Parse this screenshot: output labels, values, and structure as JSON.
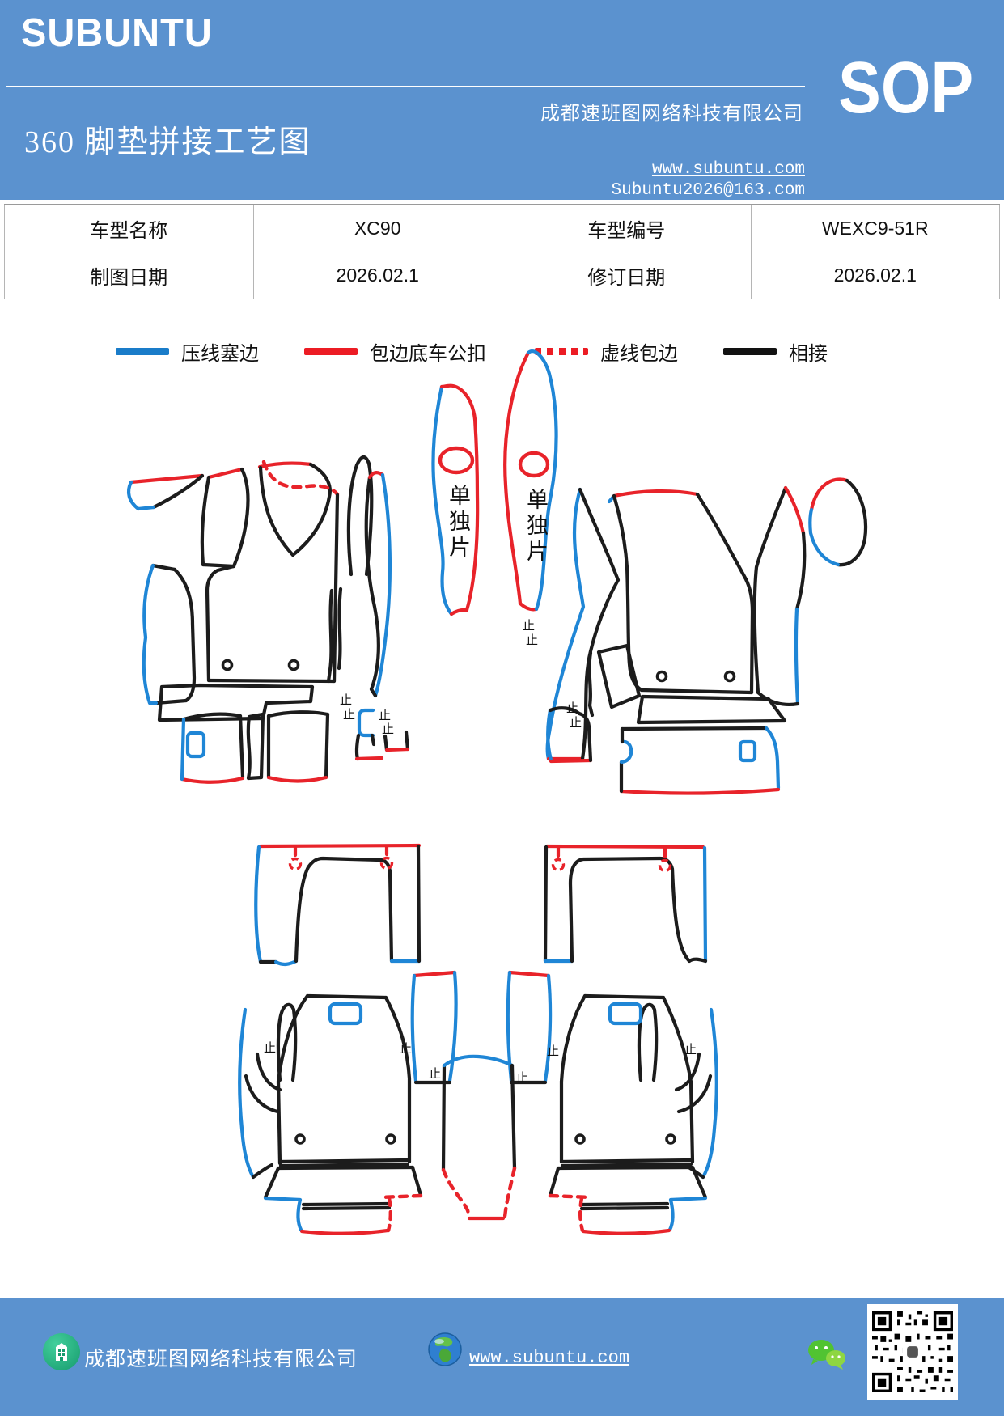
{
  "header": {
    "brand": "SUBUNTU",
    "company": "成都速班图网络科技有限公司",
    "title": "360 脚垫拼接工艺图",
    "doc_type": "SOP",
    "website": "www.subuntu.com",
    "email": "Subuntu2026@163.com"
  },
  "info_table": {
    "rows": [
      {
        "label1": "车型名称",
        "value1": "XC90",
        "label2": "车型编号",
        "value2": "WEXC9-51R"
      },
      {
        "label1": "制图日期",
        "value1": "2026.02.1",
        "label2": "修订日期",
        "value2": "2026.02.1"
      }
    ]
  },
  "legend": {
    "items": [
      {
        "label": "压线塞边",
        "line_style": "solid",
        "color": "#1a7cc9"
      },
      {
        "label": "包边底车公扣",
        "line_style": "solid",
        "color": "#ec1c24"
      },
      {
        "label": "虚线包边",
        "line_style": "dashed",
        "color": "#ec1c24"
      },
      {
        "label": "相接",
        "line_style": "solid",
        "color": "#121212"
      }
    ]
  },
  "diagram": {
    "single_piece_label": "单独片",
    "stop_mark": "止",
    "stroke_colors": {
      "press_edge_blue": "#1f86d6",
      "bind_red": "#e8232a",
      "join_black": "#1c1c1c"
    }
  },
  "footer": {
    "company": "成都速班图网络科技有限公司",
    "website": "www.subuntu.com"
  }
}
